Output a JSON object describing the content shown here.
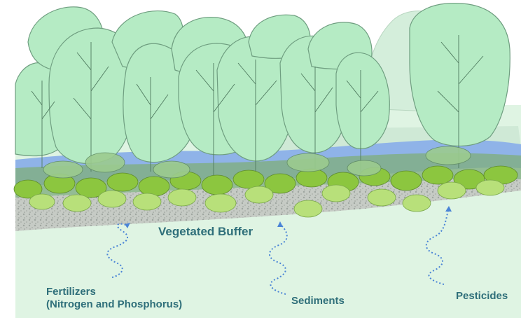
{
  "labels": {
    "buffer": "Vegetated Buffer",
    "fertilizers_line1": "Fertilizers",
    "fertilizers_line2": "(Nitrogen and Phosphorus)",
    "sediments": "Sediments",
    "pesticides": "Pesticides"
  },
  "colors": {
    "ground": "#dff4e3",
    "tree_canopy": "#b5ebc4",
    "tree_outline": "#6f9e80",
    "far_trees": "#d4eedb",
    "stream": "#8fb3e8",
    "buffer_band": "#c3c8c3",
    "shrubs_dark": "#8cc63f",
    "shrubs_light": "#b8e07a",
    "dark_grass": "#7fae80",
    "arrow": "#4a84d6",
    "label_text": "#2f6f7a"
  }
}
